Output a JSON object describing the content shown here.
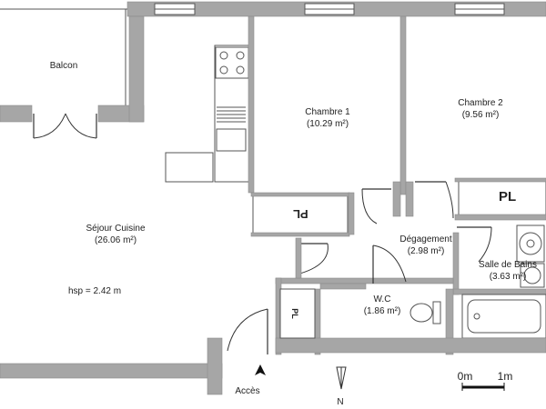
{
  "rooms": {
    "balcon": {
      "name": "Balcon"
    },
    "chambre1": {
      "name": "Chambre 1",
      "area": "(10.29 m²)"
    },
    "chambre2": {
      "name": "Chambre 2",
      "area": "(9.56 m²)"
    },
    "sejour": {
      "name": "Séjour Cuisine",
      "area": "(26.06 m²)"
    },
    "degagement": {
      "name": "Dégagement",
      "area": "(2.98 m²)"
    },
    "bains": {
      "name": "Salle de Bains",
      "area": "(3.63 m²)"
    },
    "wc": {
      "name": "W.C",
      "area": "(1.86 m²)"
    }
  },
  "ceiling_height": "hsp = 2.42 m",
  "closet_label": "PL",
  "access_label": "Accès",
  "north_label": "N",
  "scale": {
    "zero": "0m",
    "one": "1m"
  }
}
